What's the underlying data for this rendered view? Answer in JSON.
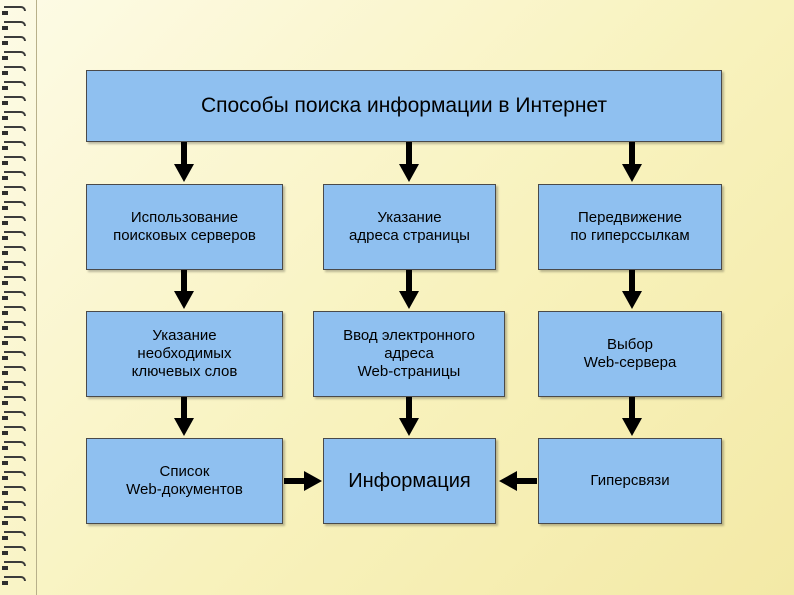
{
  "title": "Способы поиска информации в Интернет",
  "columns": [
    {
      "step1": "Использование\nпоисковых серверов",
      "step2": "Указание\nнеобходимых\nключевых слов",
      "step3": "Список\nWeb-документов"
    },
    {
      "step1": "Указание\nадреса страницы",
      "step2": "Ввод электронного\nадреса\nWeb-страницы",
      "step3": "Информация"
    },
    {
      "step1": "Передвижение\nпо гиперссылкам",
      "step2": "Выбор\nWeb-сервера",
      "step3": "Гиперсвязи"
    }
  ],
  "colors": {
    "box_fill": "#8fc0f0",
    "arrow": "#000000",
    "background": "#f8f2bd"
  }
}
